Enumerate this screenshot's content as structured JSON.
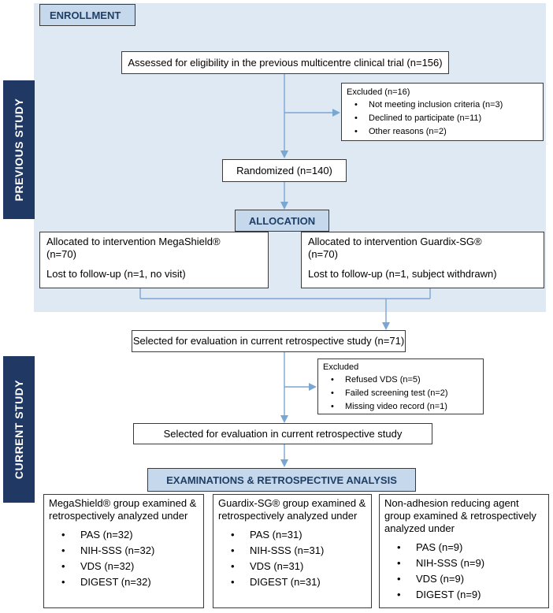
{
  "sections": {
    "enrollment": "ENROLLMENT",
    "allocation": "ALLOCATION",
    "examinations": "EXAMINATIONS & RETROSPECTIVE ANALYSIS",
    "previous_study": "PREVIOUS STUDY",
    "current_study": "CURRENT STUDY"
  },
  "boxes": {
    "assessed": "Assessed for eligibility in the previous multicentre clinical trial (n=156)",
    "excluded1": {
      "title": "Excluded (n=16)",
      "items": [
        "Not meeting inclusion criteria (n=3)",
        "Declined to participate (n=11)",
        "Other reasons (n=2)"
      ]
    },
    "randomized": "Randomized (n=140)",
    "alloc_mega": {
      "line1": "Allocated to intervention MegaShield®",
      "line2": "(n=70)",
      "line3": "Lost to follow-up (n=1, no visit)"
    },
    "alloc_guardix": {
      "line1": "Allocated to intervention Guardix-SG®",
      "line2": "(n=70)",
      "line3": "Lost to follow-up (n=1, subject withdrawn)"
    },
    "selected1": "Selected for evaluation in current retrospective study (n=71)",
    "excluded2": {
      "title": "Excluded",
      "items": [
        "Refused VDS (n=5)",
        "Failed screening test (n=2)",
        "Missing video record (n=1)"
      ]
    },
    "selected2": "Selected for evaluation in current retrospective study",
    "groups": [
      {
        "title": "MegaShield® group examined & retrospectively analyzed under",
        "items": [
          "PAS (n=32)",
          "NIH-SSS (n=32)",
          "VDS (n=32)",
          "DIGEST (n=32)"
        ]
      },
      {
        "title": "Guardix-SG® group examined & retrospectively analyzed under",
        "items": [
          "PAS (n=31)",
          "NIH-SSS (n=31)",
          "VDS (n=31)",
          "DIGEST (n=31)"
        ]
      },
      {
        "title": "Non-adhesion reducing agent group examined & retrospectively analyzed under",
        "items": [
          "PAS (n=9)",
          "NIH-SSS (n=9)",
          "VDS (n=9)",
          "DIGEST (n=9)"
        ]
      }
    ]
  },
  "colors": {
    "panel": "#dfe9f4",
    "header_fill": "#c5d8ec",
    "side_band": "#1f3864",
    "connector": "#7aa6d2"
  }
}
